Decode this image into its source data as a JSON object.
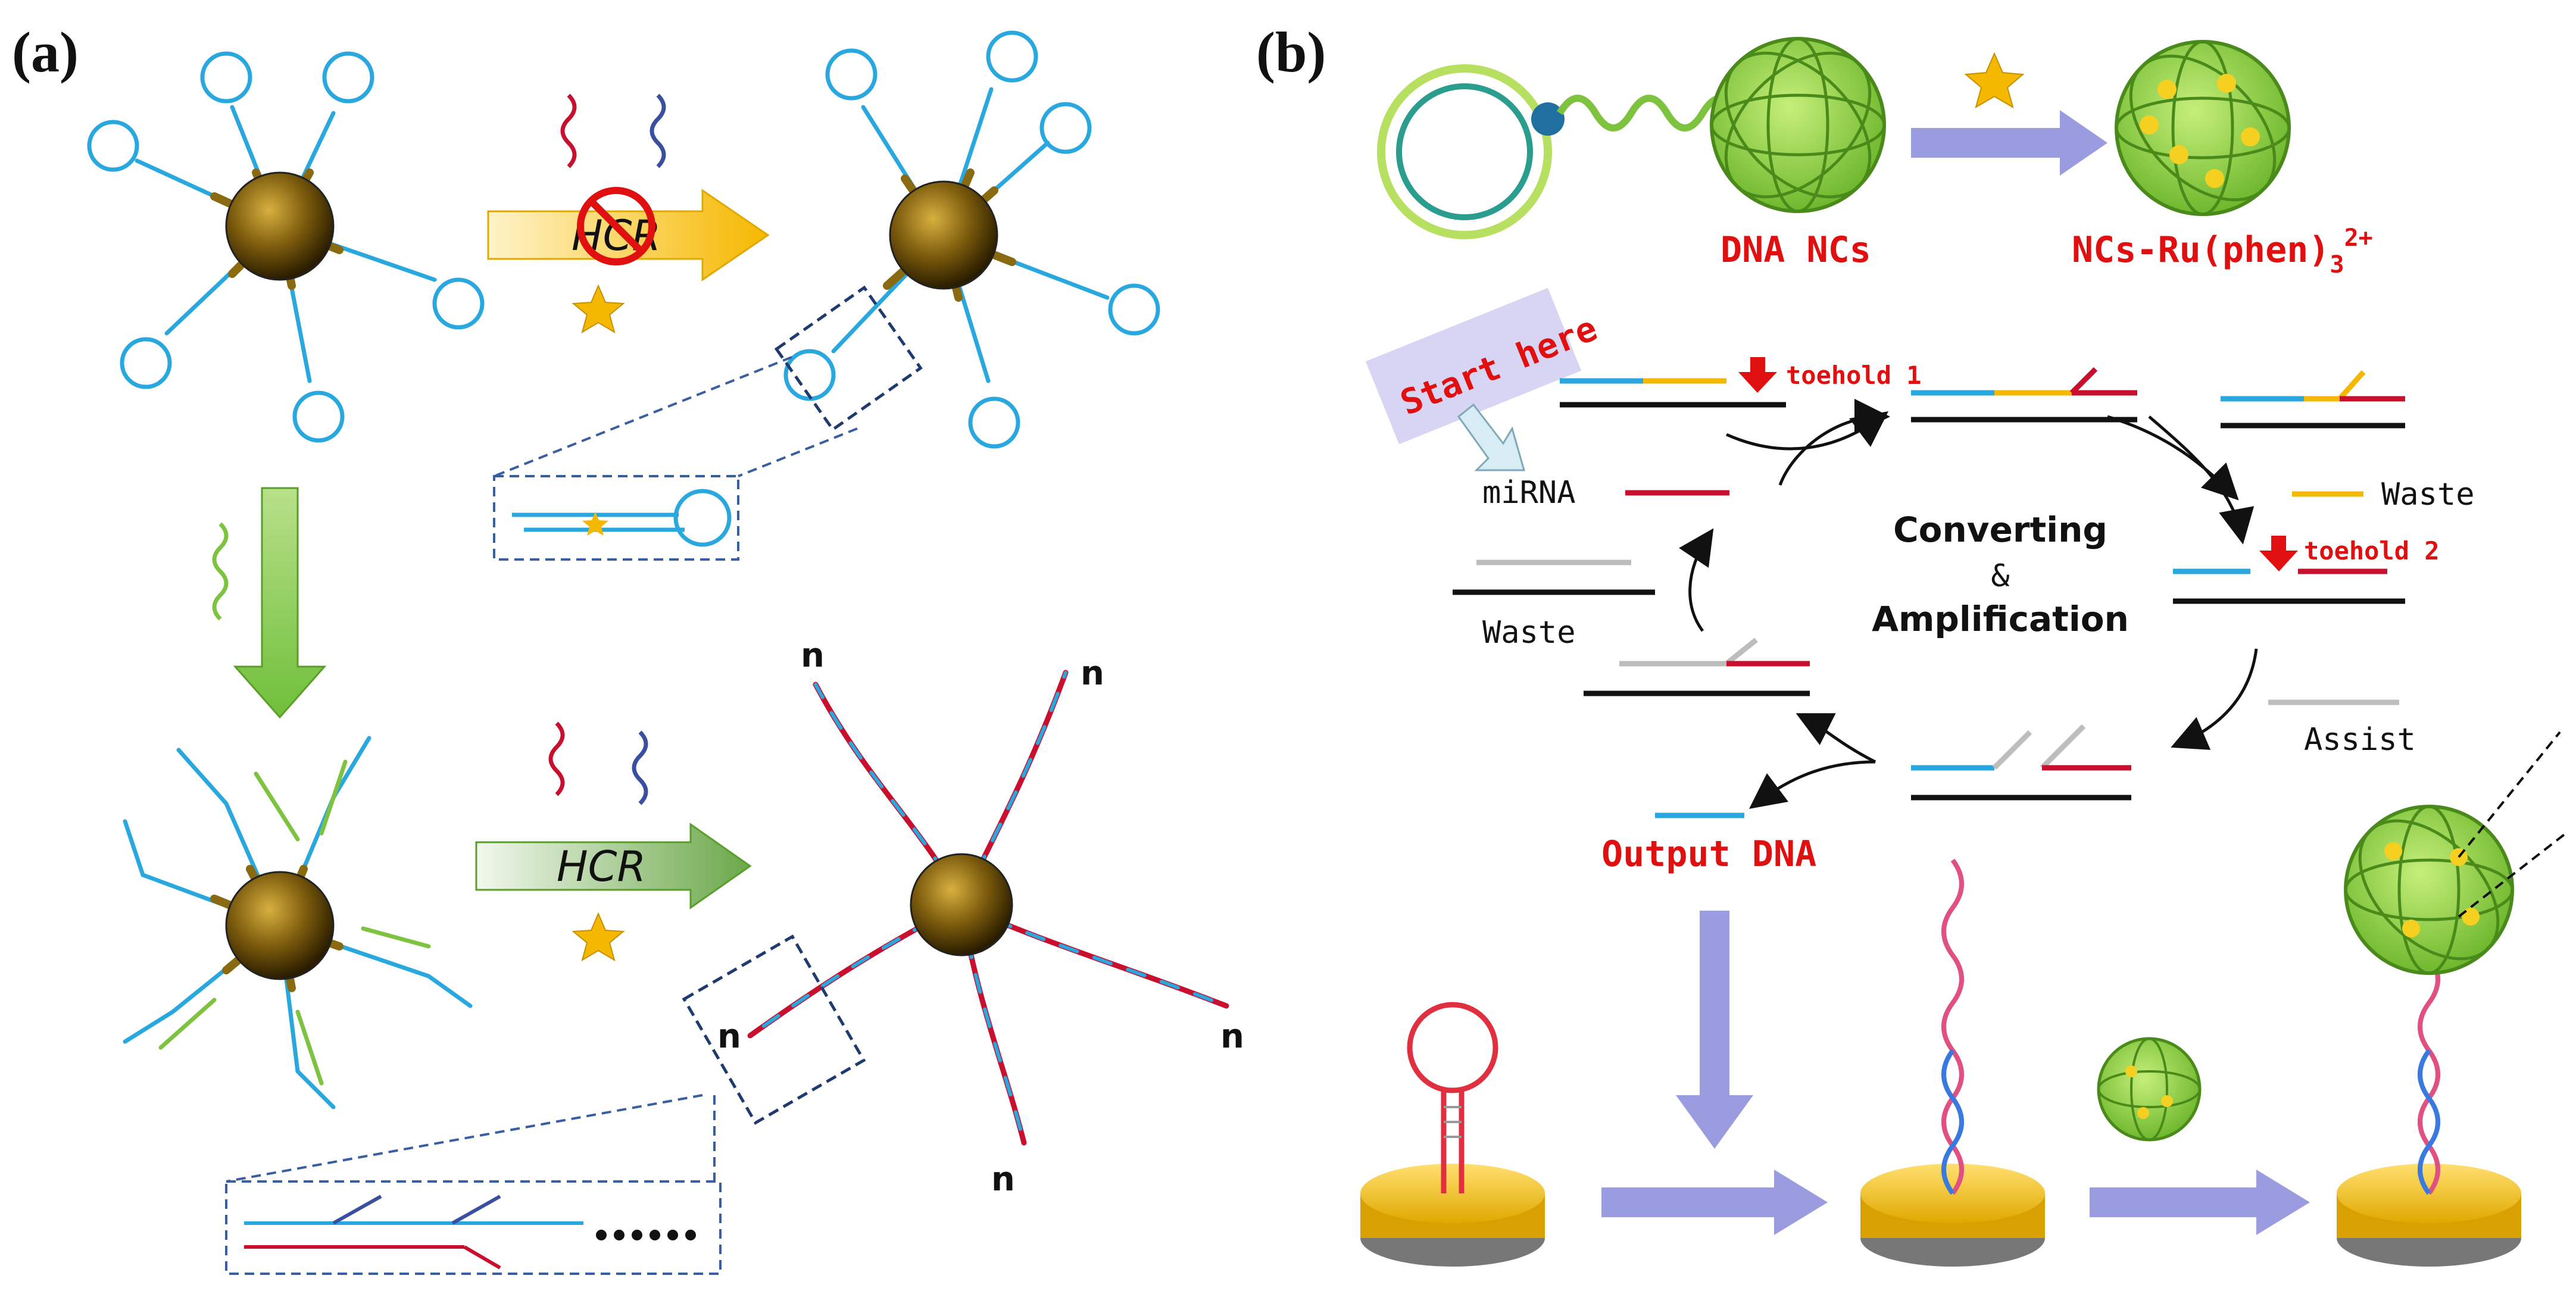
{
  "panel_a": {
    "label": "(a)",
    "hcr_top": "HCR",
    "hcr_bottom": "HCR",
    "repeat_n": "n"
  },
  "panel_b": {
    "label": "(b)",
    "dna_ncs": "DNA NCs",
    "ncs_ru": "NCs-Ru(phen)",
    "ncs_ru_sub": "3",
    "ncs_ru_sup": "2+",
    "start_here": "Start here",
    "toehold1": "toehold 1",
    "toehold2": "toehold 2",
    "mirna": "miRNA",
    "waste_right": "Waste",
    "waste_left": "Waste",
    "converting": "Converting",
    "amp_symbol": "&",
    "amplification": "Amplification",
    "assist": "Assist",
    "output_dna": "Output DNA"
  },
  "colors": {
    "cyan": "#29a8e0",
    "orange": "#f5b800",
    "red": "#c8102e",
    "black": "#111111",
    "gray": "#bdbdbd",
    "arrow_purple": "#9b9be0",
    "green": "#7ec340",
    "gold": "#8a6a10"
  }
}
